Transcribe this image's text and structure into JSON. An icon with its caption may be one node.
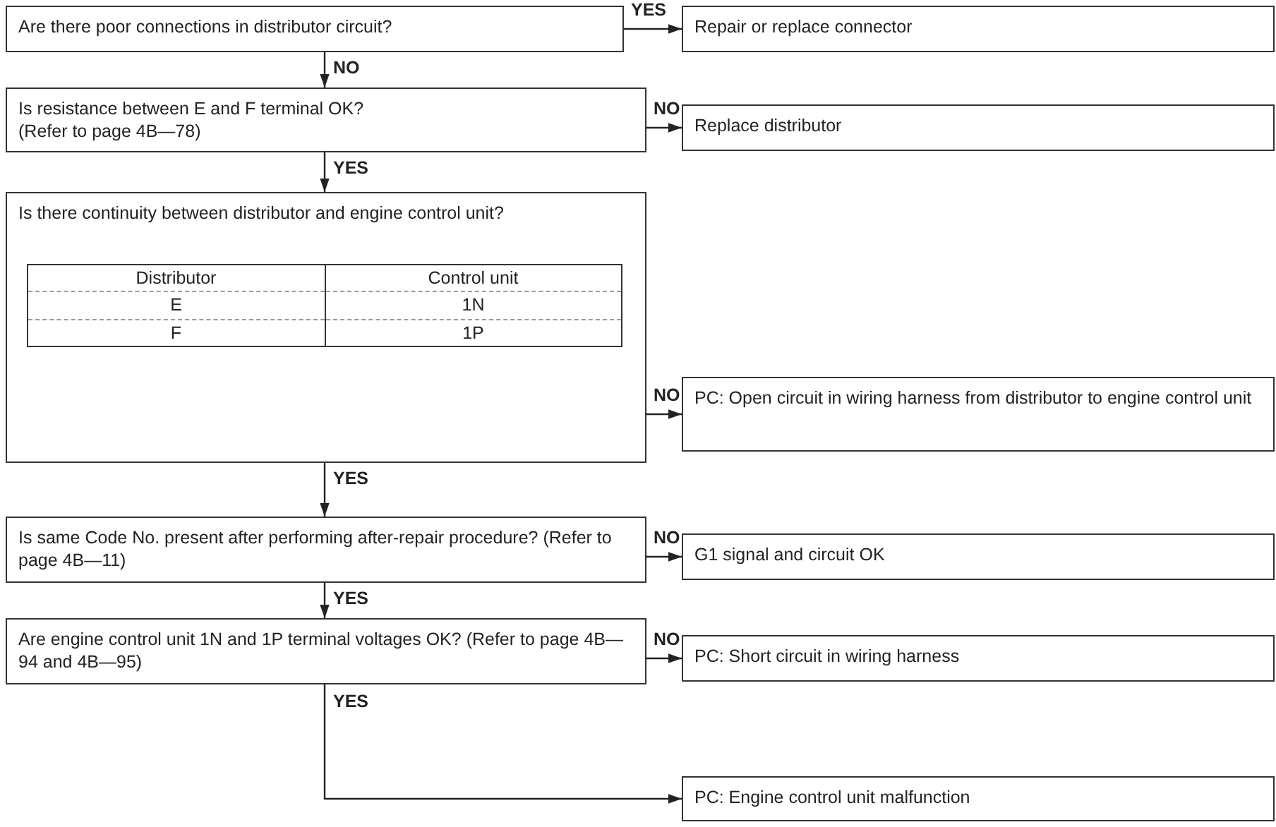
{
  "diagram": {
    "nodes": [
      {
        "text": [
          "Are there poor connections in distributor circuit?"
        ]
      },
      {
        "text": [
          "Repair or replace connector"
        ]
      },
      {
        "text": [
          "Is resistance between E and F terminal OK?",
          "(Refer to page 4B—78)"
        ]
      },
      {
        "text": [
          "Replace distributor"
        ]
      },
      {
        "text": [
          "Is there continuity between distributor and engine control unit?"
        ]
      },
      {
        "text": [
          "PC: Open circuit in wiring harness from distributor to engine control unit"
        ]
      },
      {
        "text": [
          "Is same Code No. present after performing after-repair procedure? (Refer to page 4B—11)"
        ]
      },
      {
        "text": [
          "G1 signal and circuit OK"
        ]
      },
      {
        "text": [
          "Are engine control unit 1N and 1P terminal voltages OK? (Refer to page 4B—94 and 4B—95)"
        ]
      },
      {
        "text": [
          "PC: Short circuit in wiring harness"
        ]
      },
      {
        "text": [
          "PC: Engine control unit malfunction"
        ]
      }
    ],
    "edges": [
      {
        "from": 0,
        "to": 1,
        "arrow": "to",
        "label": "YES"
      },
      {
        "from": 0,
        "to": 2,
        "arrow": "to",
        "label": "NO"
      },
      {
        "from": 2,
        "to": 3,
        "arrow": "to",
        "label": "NO"
      },
      {
        "from": 2,
        "to": 4,
        "arrow": "to",
        "label": "YES"
      },
      {
        "from": 4,
        "to": 5,
        "arrow": "to",
        "label": "NO"
      },
      {
        "from": 4,
        "to": 6,
        "arrow": "to",
        "label": "YES"
      },
      {
        "from": 6,
        "to": 7,
        "arrow": "to",
        "label": "NO"
      },
      {
        "from": 6,
        "to": 8,
        "arrow": "to",
        "label": "YES"
      },
      {
        "from": 8,
        "to": 9,
        "arrow": "to",
        "label": "NO"
      },
      {
        "from": 8,
        "to": 10,
        "arrow": "to",
        "label": "YES"
      }
    ],
    "labels": [
      "Distributor",
      "Control unit",
      "E",
      "1N",
      "F",
      "1P"
    ]
  }
}
